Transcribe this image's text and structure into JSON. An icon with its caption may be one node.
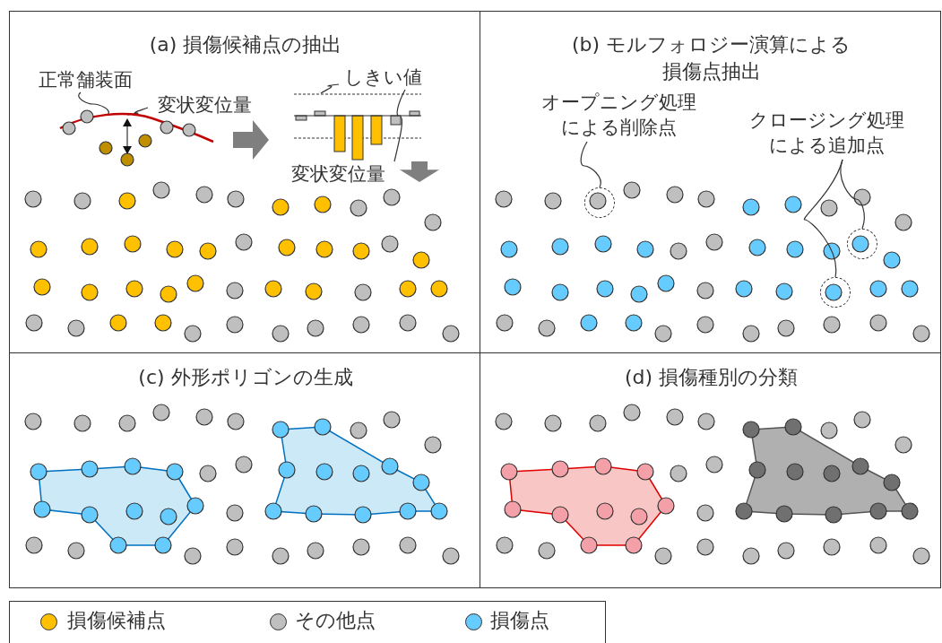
{
  "diagram": {
    "nodes": [
      {
        "text": [
          "(a) 損傷候補点の抽出"
        ]
      },
      {
        "text": [
          "正常舗装面"
        ],
        "in": 0
      },
      {
        "text": [
          "変状変位量"
        ],
        "in": 0
      },
      {
        "text": [],
        "shape": "picture",
        "in": 0
      },
      {
        "text": [
          "しきい値"
        ],
        "in": 0
      },
      {
        "text": [],
        "shape": "picture",
        "in": 0,
        "beside": [
          "変状変位量"
        ]
      },
      {
        "text": [
          "(b) モルフォロジー演算による損傷点抽出"
        ]
      },
      {
        "text": [
          "オープニング処理による削除点"
        ],
        "in": 6
      },
      {
        "text": [
          "クロージング処理による追加点"
        ],
        "in": 6
      },
      {
        "text": [],
        "shape": "circle",
        "in": 6
      },
      {
        "text": [],
        "shape": "circle",
        "in": 6
      },
      {
        "text": [],
        "shape": "circle",
        "in": 6
      },
      {
        "text": [
          "(c) 外形ポリゴンの生成"
        ]
      },
      {
        "text": [
          "(d) 損傷種別の分類"
        ]
      }
    ],
    "edges": [
      {
        "from": 1,
        "to": 3,
        "arrow": "none"
      },
      {
        "from": 2,
        "to": 3,
        "arrow": "none"
      },
      {
        "from": 3,
        "to": 5,
        "arrow": "to",
        "style": "thick",
        "color": "#7f7f7f"
      },
      {
        "from": 5,
        "to": null,
        "arrow": "to",
        "style": "thick",
        "color": "#7f7f7f"
      },
      {
        "from": 4,
        "to": 5,
        "arrow": "none"
      },
      {
        "from": 4,
        "to": 5,
        "arrow": "none"
      },
      {
        "from": 7,
        "to": 9,
        "arrow": "none"
      },
      {
        "from": 8,
        "to": 10,
        "arrow": "none"
      },
      {
        "from": 8,
        "to": 11,
        "arrow": "none"
      }
    ],
    "legend": [
      {
        "text": "損傷候補点",
        "color": "#ffc000"
      },
      {
        "text": "その他点",
        "color": "#bfbfbf"
      },
      {
        "text": "損傷点",
        "color": "#66ccff"
      }
    ]
  }
}
